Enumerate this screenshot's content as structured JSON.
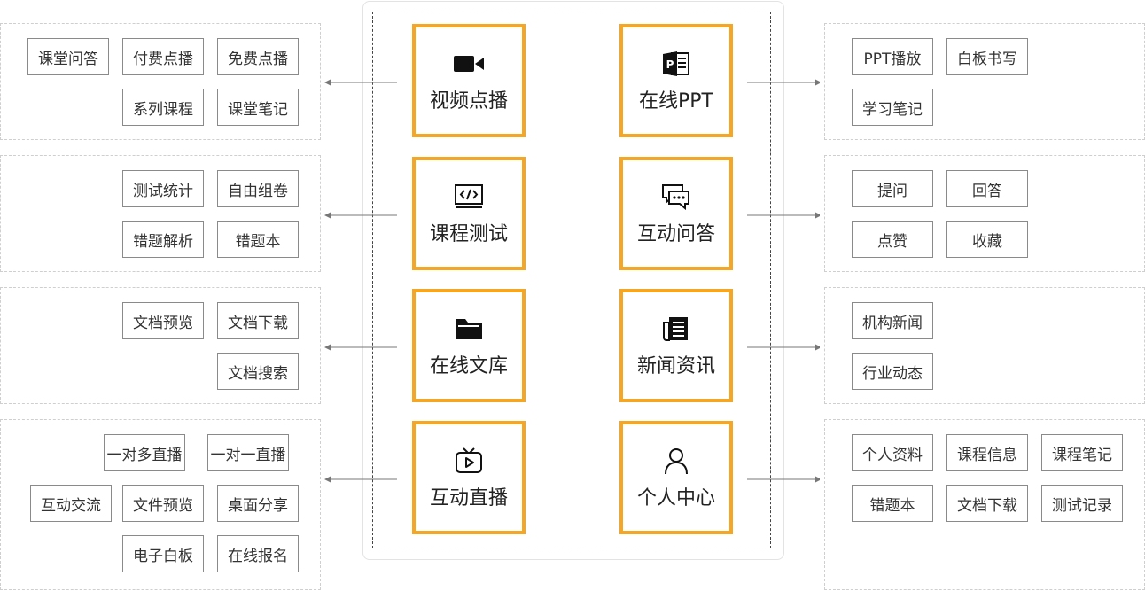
{
  "modules": [
    {
      "key": "video",
      "label": "视频点播",
      "icon": "video-camera-icon",
      "side": "left",
      "row": 0,
      "tags": [
        "课堂问答",
        "付费点播",
        "免费点播",
        "系列课程",
        "课堂笔记"
      ]
    },
    {
      "key": "ppt",
      "label": "在线PPT",
      "icon": "powerpoint-icon",
      "side": "right",
      "row": 0,
      "tags": [
        "PPT播放",
        "白板书写",
        "学习笔记"
      ]
    },
    {
      "key": "test",
      "label": "课程测试",
      "icon": "code-monitor-icon",
      "side": "left",
      "row": 1,
      "tags": [
        "测试统计",
        "自由组卷",
        "错题解析",
        "错题本"
      ]
    },
    {
      "key": "qa",
      "label": "互动问答",
      "icon": "chat-bubbles-icon",
      "side": "right",
      "row": 1,
      "tags": [
        "提问",
        "回答",
        "点赞",
        "收藏"
      ]
    },
    {
      "key": "library",
      "label": "在线文库",
      "icon": "folder-icon",
      "side": "left",
      "row": 2,
      "tags": [
        "文档预览",
        "文档下载",
        "文档搜索"
      ]
    },
    {
      "key": "news",
      "label": "新闻资讯",
      "icon": "newspaper-icon",
      "side": "right",
      "row": 2,
      "tags": [
        "机构新闻",
        "行业动态"
      ]
    },
    {
      "key": "live",
      "label": "互动直播",
      "icon": "tv-play-icon",
      "side": "left",
      "row": 3,
      "tags": [
        "一对多直播",
        "一对一直播",
        "互动交流",
        "文件预览",
        "桌面分享",
        "电子白板",
        "在线报名"
      ]
    },
    {
      "key": "personal",
      "label": "个人中心",
      "icon": "user-icon",
      "side": "right",
      "row": 3,
      "tags": [
        "个人资料",
        "课程信息",
        "课程笔记",
        "错题本",
        "文档下载",
        "测试记录"
      ]
    }
  ],
  "colors": {
    "accent": "#f5a623",
    "tag_border": "#8a8a8a",
    "arrow": "#777777"
  }
}
